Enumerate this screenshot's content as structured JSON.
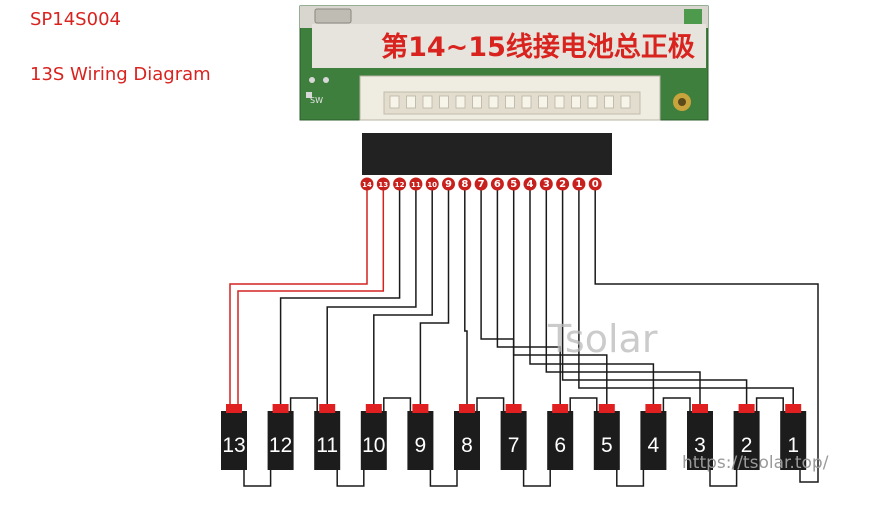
{
  "header": {
    "model": "SP14S004",
    "description": "13S Wiring Diagram"
  },
  "board": {
    "banner": "第14~15线接电池总正极",
    "switch_label": "SW"
  },
  "connector": {
    "pins": [
      "14",
      "13",
      "12",
      "11",
      "10",
      "9",
      "8",
      "7",
      "6",
      "5",
      "4",
      "3",
      "2",
      "1",
      "0"
    ]
  },
  "cells": {
    "labels": [
      "13",
      "12",
      "11",
      "10",
      "9",
      "8",
      "7",
      "6",
      "5",
      "4",
      "3",
      "2",
      "1"
    ]
  },
  "watermarks": {
    "brand": "Tsolar",
    "url": "https://tsolar.top/"
  },
  "colors": {
    "caption": "#d9231f",
    "pin_badge": "#c8211d",
    "red_wire": "#d42420",
    "black_wire": "#1a1a1a",
    "cell_body": "#1c1c1c",
    "cell_terminal": "#e02020",
    "pcb_green": "#3e7f3d"
  }
}
